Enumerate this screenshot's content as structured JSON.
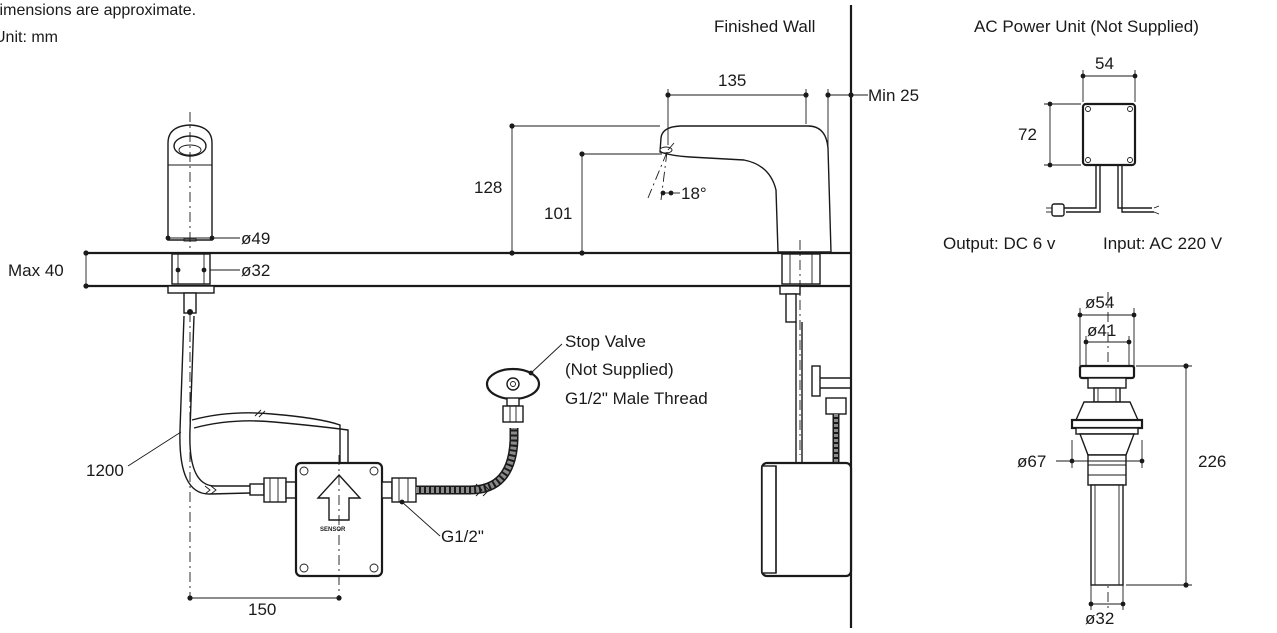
{
  "notes": {
    "line1": "Dimensions are approximate.",
    "line2": "Unit: mm"
  },
  "labels": {
    "finished_wall": "Finished Wall",
    "ac_power_unit": "AC Power Unit (Not Supplied)",
    "output": "Output: DC 6 v",
    "input": "Input: AC 220 V",
    "stop_valve_1": "Stop Valve",
    "stop_valve_2": "(Not Supplied)",
    "stop_valve_3": "G1/2\" Male Thread",
    "g12": "G1/2\"",
    "control_box_mark": "SENSOR"
  },
  "dimensions": {
    "d135": "135",
    "min25": "Min 25",
    "d128": "128",
    "d101": "101",
    "angle18": "18°",
    "dia49": "ø49",
    "dia32_top": "ø32",
    "max40": "Max 40",
    "d1200": "1200",
    "d150": "150",
    "w54": "54",
    "h72": "72",
    "dia54": "ø54",
    "dia41": "ø41",
    "dia67": "ø67",
    "d226": "226",
    "dia32_bottom": "ø32"
  }
}
